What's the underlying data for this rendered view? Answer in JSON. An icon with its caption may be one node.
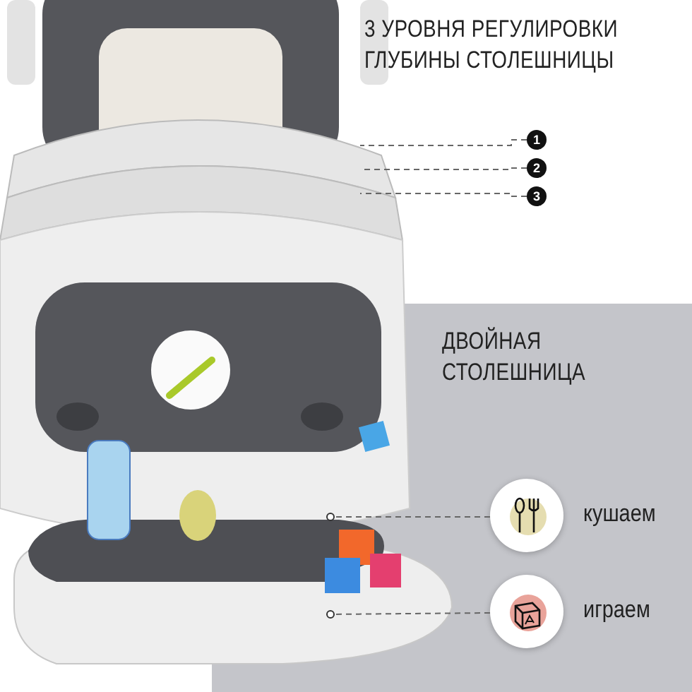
{
  "diagram": {
    "title": "3 УРОВНЯ РЕГУЛИРОВКИ ГЛУБИНЫ СТОЛЕШНИЦЫ",
    "nodes": [
      {
        "text": [
          "1"
        ]
      },
      {
        "text": [
          "2"
        ]
      },
      {
        "text": [
          "3"
        ]
      },
      {
        "text": [
          "кушаем"
        ]
      },
      {
        "text": [
          "играем"
        ]
      }
    ],
    "edges": [
      {
        "from": 0,
        "to": null,
        "arrow": "none",
        "style": "dashed"
      },
      {
        "from": 1,
        "to": null,
        "arrow": "none",
        "style": "dashed"
      },
      {
        "from": 2,
        "to": null,
        "arrow": "none",
        "style": "dashed"
      },
      {
        "from": 3,
        "to": null,
        "arrow": "other",
        "style": "dashed"
      },
      {
        "from": 4,
        "to": null,
        "arrow": "other",
        "style": "dashed"
      }
    ],
    "labels": [
      "ДВОЙНАЯ СТОЛЕШНИЦА"
    ]
  }
}
